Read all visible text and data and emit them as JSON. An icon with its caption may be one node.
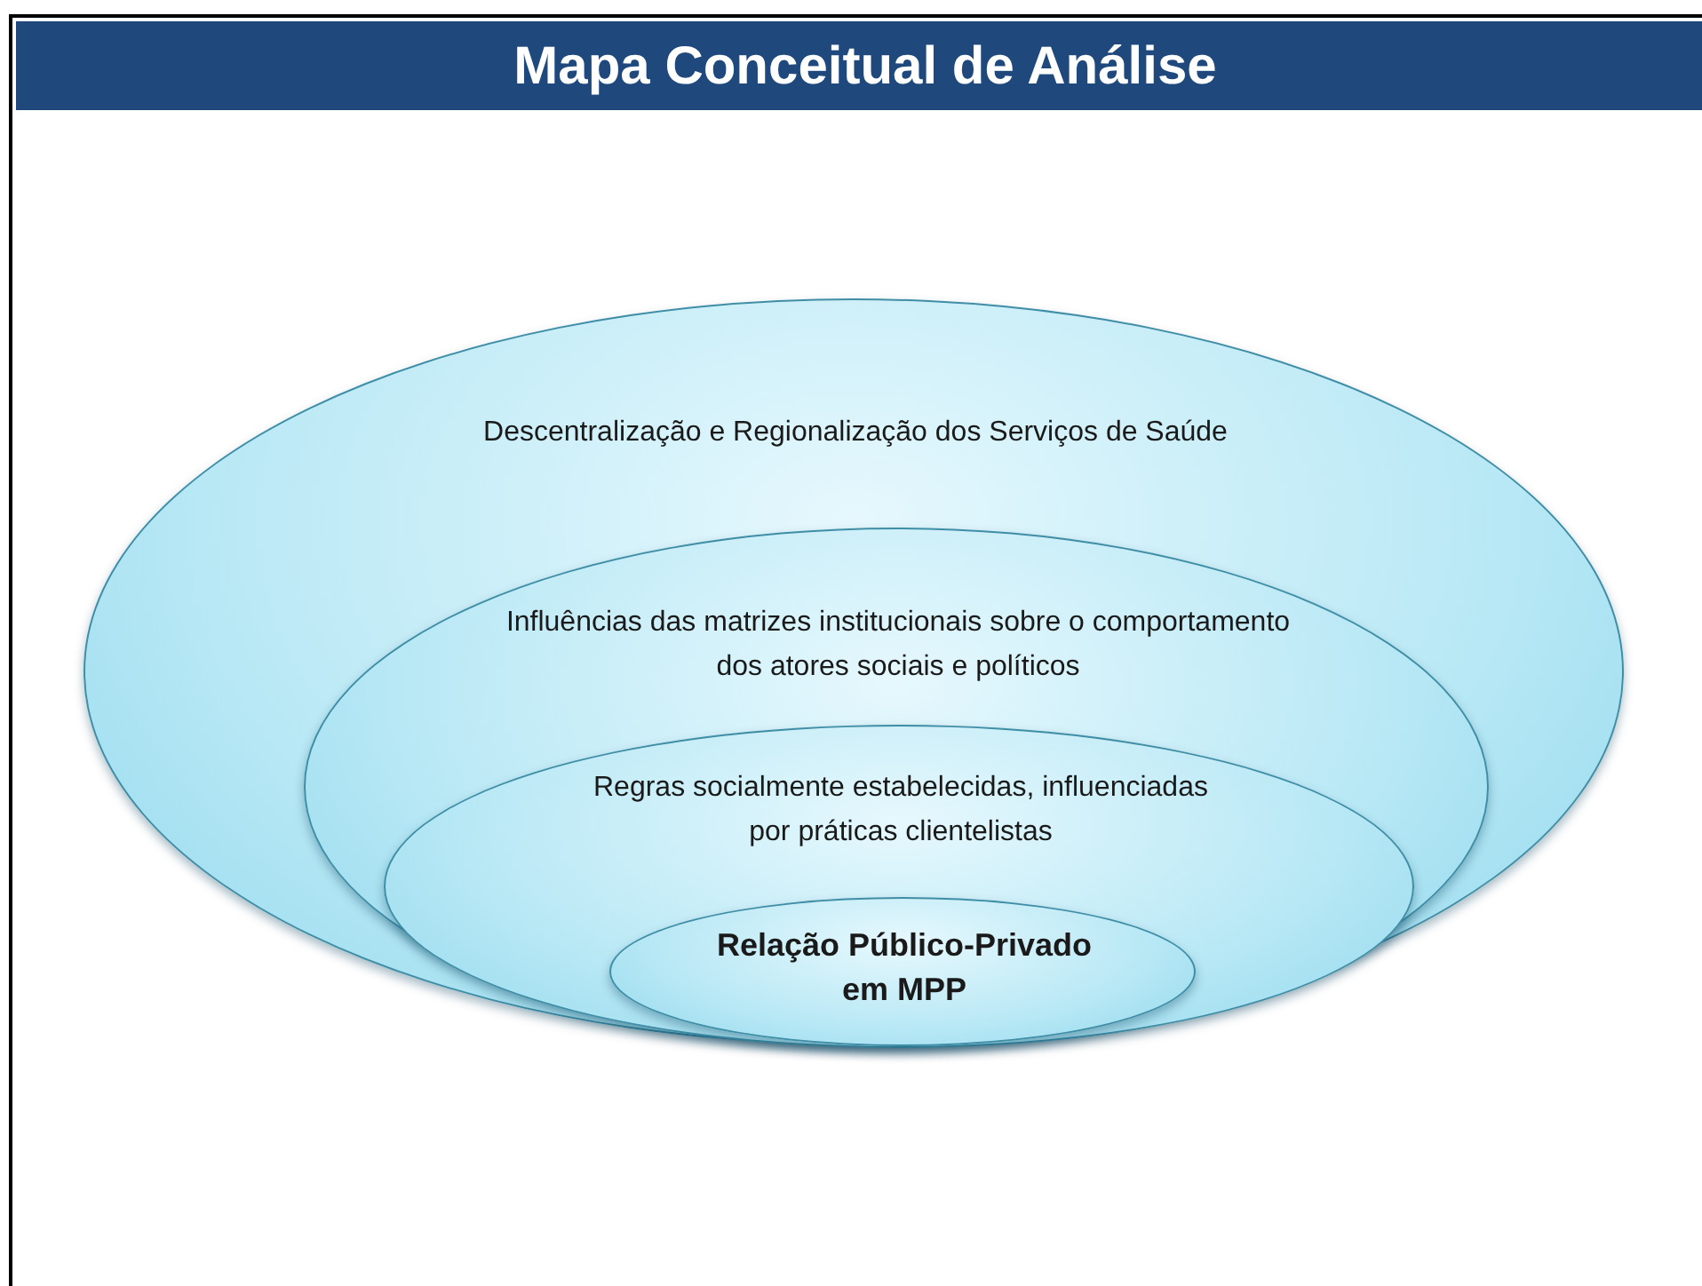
{
  "diagram": {
    "title": "Mapa Conceitual de Análise",
    "nodes": [
      {
        "text": [
          "Descentralização e Regionalização dos Serviços de Saúde"
        ]
      },
      {
        "text": [
          "Influências das matrizes institucionais sobre o comportamento dos atores sociais e políticos"
        ],
        "in": 0
      },
      {
        "text": [
          "Regras socialmente estabelecidas, influenciadas por práticas clientelistas"
        ],
        "in": 1
      },
      {
        "text": [
          "Relação Público-Privado em MPP"
        ],
        "in": 2
      }
    ]
  }
}
